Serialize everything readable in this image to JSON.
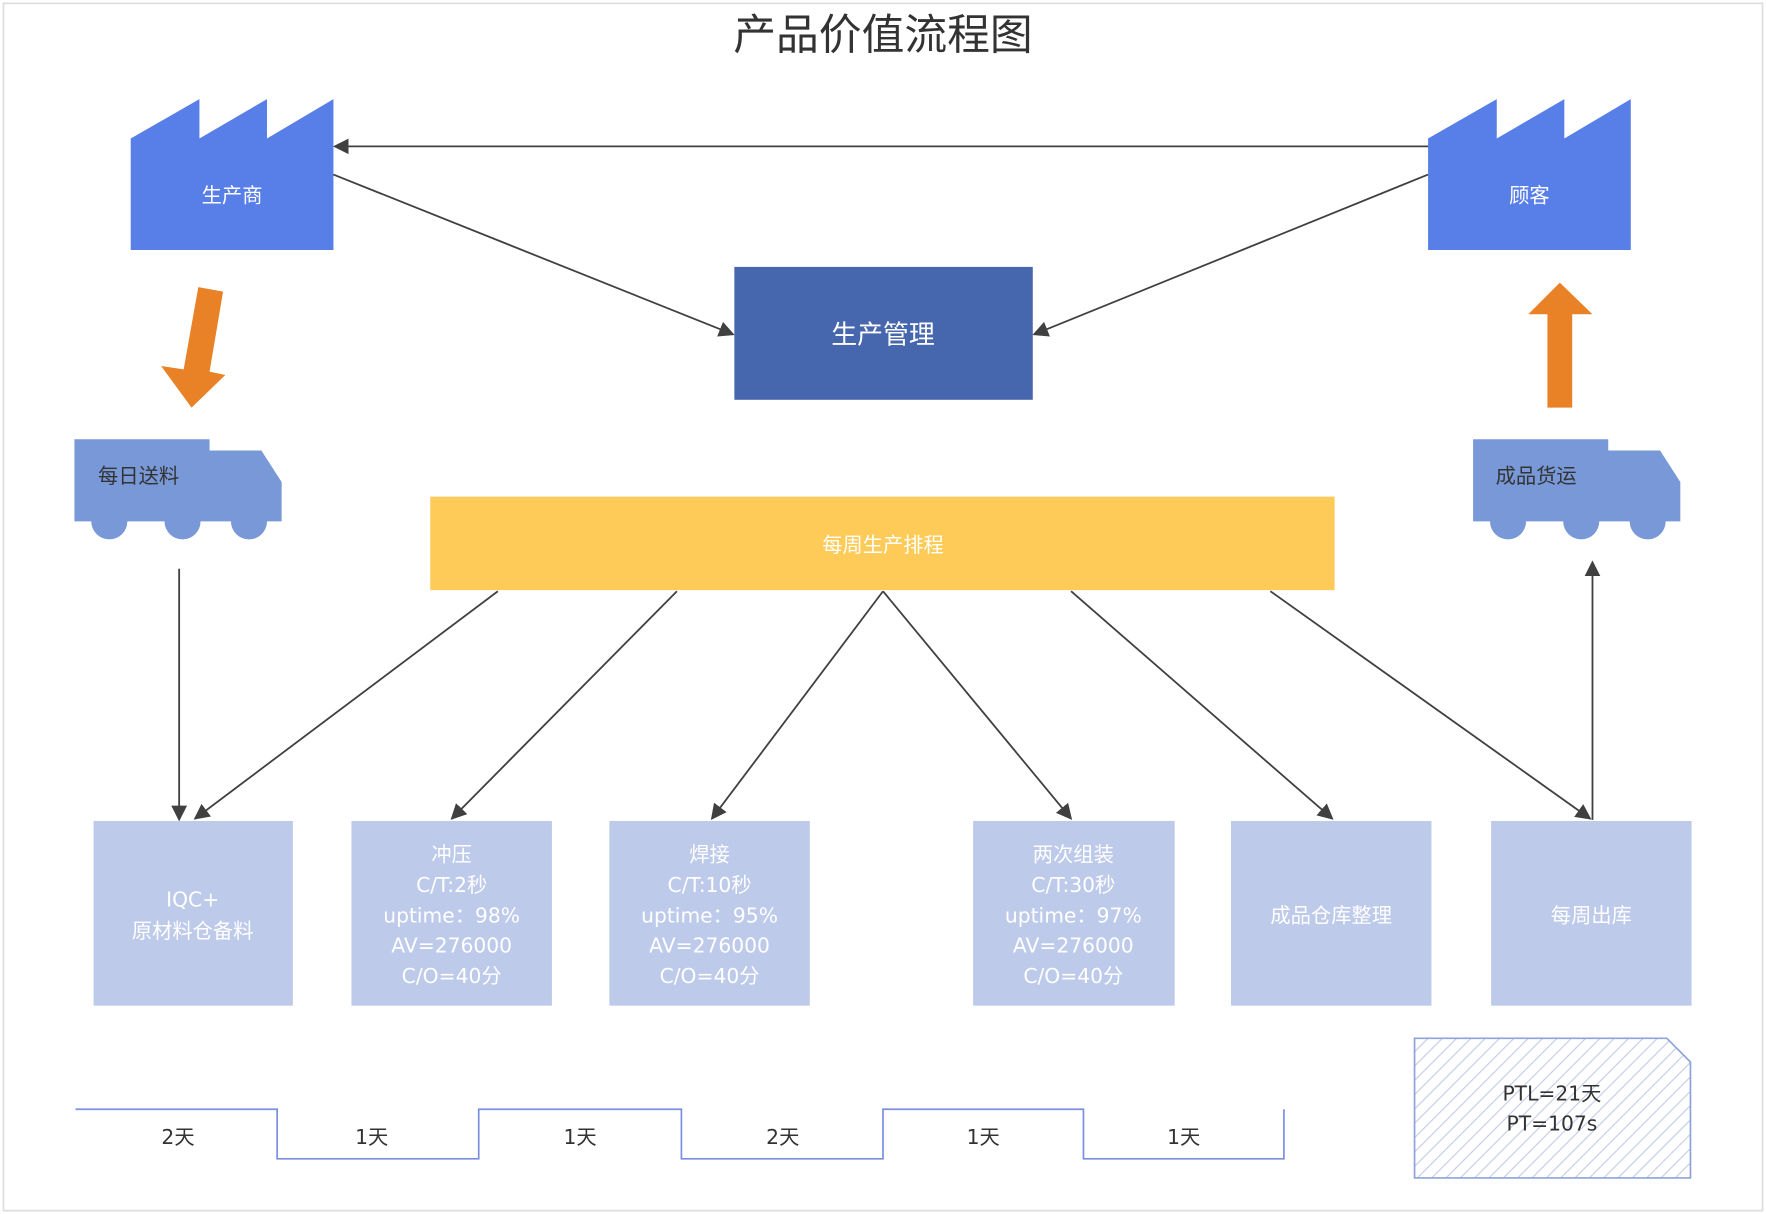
{
  "title": "产品价值流程图",
  "supplier": {
    "label": "生产商"
  },
  "customer": {
    "label": "顾客"
  },
  "production_control": {
    "label": "生产管理"
  },
  "inbound_truck": {
    "label": "每日送料"
  },
  "outbound_truck": {
    "label": "成品货运"
  },
  "schedule": {
    "label": "每周生产排程"
  },
  "processes": [
    {
      "lines": [
        "IQC+",
        "原材料仓备料"
      ]
    },
    {
      "lines": [
        "冲压",
        "C/T:2秒",
        "uptime：98%",
        "AV=276000",
        "C/O=40分"
      ]
    },
    {
      "lines": [
        "焊接",
        "C/T:10秒",
        "uptime：95%",
        "AV=276000",
        "C/O=40分"
      ]
    },
    {
      "lines": [
        "两次组装",
        "C/T:30秒",
        "uptime：97%",
        "AV=276000",
        "C/O=40分"
      ]
    },
    {
      "lines": [
        "成品仓库整理"
      ]
    },
    {
      "lines": [
        "每周出库"
      ]
    }
  ],
  "timeline": [
    "2天",
    "1天",
    "1天",
    "2天",
    "1天",
    "1天"
  ],
  "summary": {
    "ptl": "PTL=21天",
    "pt": "PT=107s"
  },
  "colors": {
    "factory": "#587ee8",
    "control": "#4666ad",
    "truck": "#7898d8",
    "schedule": "#fecb58",
    "process": "#bdcaea",
    "push_arrow": "#e98126",
    "timeline": "#7a8fe0"
  }
}
